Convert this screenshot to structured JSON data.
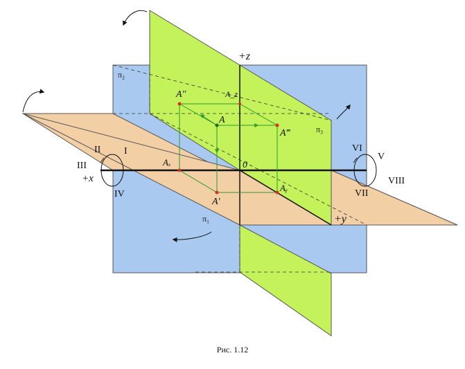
{
  "labels": {
    "z": "+z",
    "x": "+x",
    "y": "+y",
    "origin": "0",
    "pi1": "π₁",
    "pi2": "π₂",
    "pi3": "π₃",
    "A": "A",
    "A1": "A′",
    "A2": "A″",
    "A3": "A‴",
    "Ax": "Aₓ",
    "Ay": "Aᵧ",
    "Az": "A_z",
    "oct1": "I",
    "oct2": "II",
    "oct3": "III",
    "oct4": "IV",
    "oct5": "V",
    "oct6": "VI",
    "oct7": "VII",
    "oct8": "VIII"
  },
  "caption": "Рис. 1.12",
  "colors": {
    "frontal": "#a9c9f0",
    "horizontal": "#f3cfa6",
    "profile": "#c4f25a",
    "projection_line": "#2e9a2e",
    "point": "#d8321e",
    "outline": "#111111"
  }
}
